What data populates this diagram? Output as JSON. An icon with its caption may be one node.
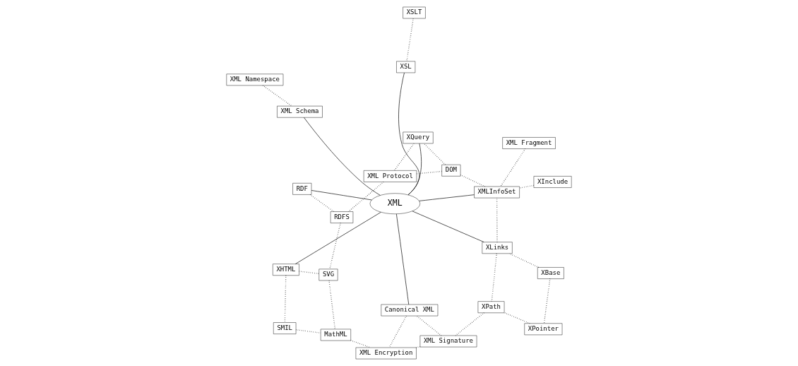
{
  "diagram": {
    "nodes": [
      {
        "text": [
          "XML Namespace"
        ]
      },
      {
        "text": [
          "XSLT"
        ]
      },
      {
        "text": [
          "XInclude"
        ]
      },
      {
        "text": [
          "XBase"
        ]
      },
      {
        "text": [
          "XPointer"
        ]
      },
      {
        "text": [
          "XML Fragment"
        ]
      },
      {
        "text": [
          "XML Schema"
        ]
      },
      {
        "text": [
          "XSL"
        ]
      },
      {
        "text": [
          "XMLInfoSet"
        ]
      },
      {
        "text": [
          "XLinks"
        ]
      },
      {
        "text": [
          "XPath"
        ]
      },
      {
        "text": [
          "XML"
        ]
      },
      {
        "text": [
          "DOM"
        ]
      },
      {
        "text": [
          "XML Signature"
        ]
      },
      {
        "text": [
          "XQuery"
        ]
      },
      {
        "text": [
          "Canonical XML"
        ]
      },
      {
        "text": [
          "XML Protocol"
        ]
      },
      {
        "text": [
          "RDF"
        ]
      },
      {
        "text": [
          "XHTML"
        ]
      },
      {
        "text": [
          "SMIL"
        ]
      },
      {
        "text": [
          "XML Encryption"
        ]
      },
      {
        "text": [
          "RDFS"
        ]
      },
      {
        "text": [
          "SVG"
        ]
      },
      {
        "text": [
          "MathML"
        ]
      }
    ],
    "edges": [
      {
        "from": 11,
        "to": 8,
        "arrow": "none"
      },
      {
        "from": 11,
        "to": 6,
        "arrow": "none"
      },
      {
        "from": 11,
        "to": 7,
        "arrow": "none"
      },
      {
        "from": 11,
        "to": 9,
        "arrow": "none"
      },
      {
        "from": 11,
        "to": 14,
        "arrow": "none"
      },
      {
        "from": 11,
        "to": 17,
        "arrow": "none"
      },
      {
        "from": 11,
        "to": 18,
        "arrow": "none"
      },
      {
        "from": 11,
        "to": 15,
        "arrow": "none"
      },
      {
        "from": 2,
        "to": 8,
        "arrow": "none",
        "style": "dashed"
      },
      {
        "from": 5,
        "to": 8,
        "arrow": "none",
        "style": "dashed"
      },
      {
        "from": 8,
        "to": 9,
        "arrow": "none",
        "style": "dashed"
      },
      {
        "from": 0,
        "to": 6,
        "arrow": "none",
        "style": "dashed"
      },
      {
        "from": 1,
        "to": 7,
        "arrow": "none",
        "style": "dashed"
      },
      {
        "from": 3,
        "to": 9,
        "arrow": "none",
        "style": "dashed"
      },
      {
        "from": 3,
        "to": 4,
        "arrow": "none",
        "style": "dashed"
      },
      {
        "from": 4,
        "to": 10,
        "arrow": "none",
        "style": "dashed"
      },
      {
        "from": 9,
        "to": 10,
        "arrow": "none",
        "style": "dashed"
      },
      {
        "from": 10,
        "to": 13,
        "arrow": "none",
        "style": "dashed"
      },
      {
        "from": 8,
        "to": 12,
        "arrow": "none",
        "style": "dashed"
      },
      {
        "from": 12,
        "to": 14,
        "arrow": "none",
        "style": "dashed"
      },
      {
        "from": 14,
        "to": 16,
        "arrow": "none",
        "style": "dashed"
      },
      {
        "from": 12,
        "to": 16,
        "arrow": "none",
        "style": "dashed"
      },
      {
        "from": 16,
        "to": 21,
        "arrow": "none",
        "style": "dashed"
      },
      {
        "from": 17,
        "to": 21,
        "arrow": "none",
        "style": "dashed"
      },
      {
        "from": 21,
        "to": 22,
        "arrow": "none",
        "style": "dashed"
      },
      {
        "from": 18,
        "to": 22,
        "arrow": "none",
        "style": "dashed"
      },
      {
        "from": 18,
        "to": 19,
        "arrow": "none",
        "style": "dashed"
      },
      {
        "from": 19,
        "to": 23,
        "arrow": "none",
        "style": "dashed"
      },
      {
        "from": 22,
        "to": 23,
        "arrow": "none",
        "style": "dashed"
      },
      {
        "from": 23,
        "to": 20,
        "arrow": "none",
        "style": "dashed"
      },
      {
        "from": 13,
        "to": 15,
        "arrow": "none",
        "style": "dashed"
      },
      {
        "from": 15,
        "to": 20,
        "arrow": "none",
        "style": "dashed"
      },
      {
        "from": 13,
        "to": 20,
        "arrow": "none",
        "style": "dashed"
      }
    ]
  }
}
